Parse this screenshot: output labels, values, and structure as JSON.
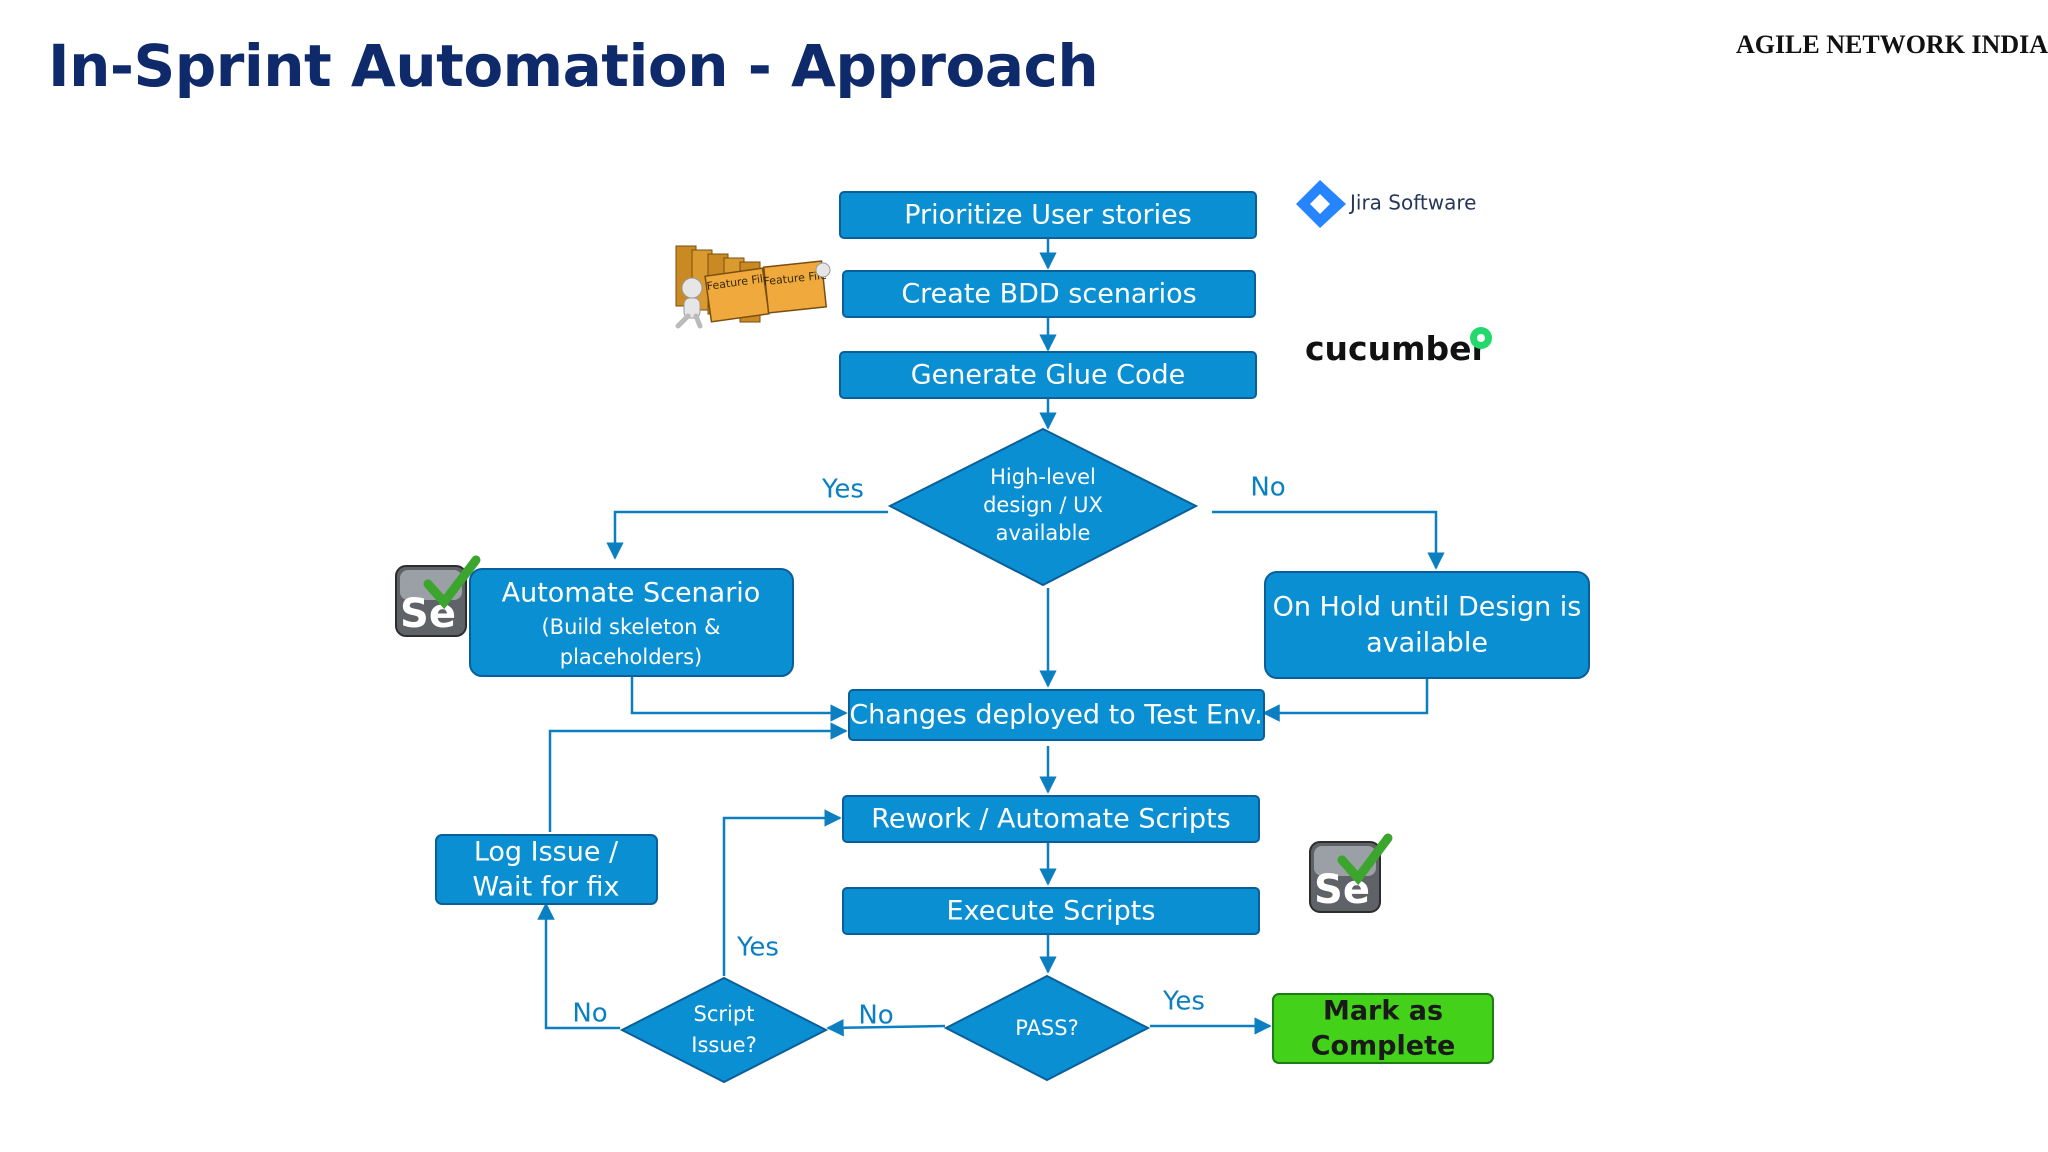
{
  "header": {
    "title": "In-Sprint Automation - Approach",
    "watermark": "AGILE NETWORK INDIA"
  },
  "logos": {
    "jira": "Jira Software",
    "cucumber": "cucumber",
    "selenium": "Se",
    "feature_file_1": "Feature File",
    "feature_file_2": "Feature File"
  },
  "nodes": {
    "prioritize": "Prioritize User stories",
    "bdd": "Create BDD scenarios",
    "glue": "Generate Glue Code",
    "decision_design": [
      "High-level",
      "design / UX",
      "available"
    ],
    "automate": "Automate Scenario",
    "automate_sub": [
      "(Build skeleton &",
      "placeholders)"
    ],
    "onhold": [
      "On Hold until Design is",
      "available"
    ],
    "deployed": "Changes deployed to Test Env.",
    "rework": "Rework / Automate Scripts",
    "execute": "Execute Scripts",
    "pass": "PASS?",
    "script_issue": [
      "Script",
      "Issue?"
    ],
    "log_issue": [
      "Log Issue /",
      "Wait for fix"
    ],
    "complete": [
      "Mark as",
      "Complete"
    ]
  },
  "edges": {
    "design_yes": "Yes",
    "design_no": "No",
    "pass_yes": "Yes",
    "pass_no": "No",
    "script_yes": "Yes",
    "script_no": "No"
  },
  "colors": {
    "node": "#0b8fd3",
    "node_border": "#0a5f9b",
    "complete": "#43d11a",
    "title": "#0f2a6b",
    "connector": "#0b7fc0"
  }
}
